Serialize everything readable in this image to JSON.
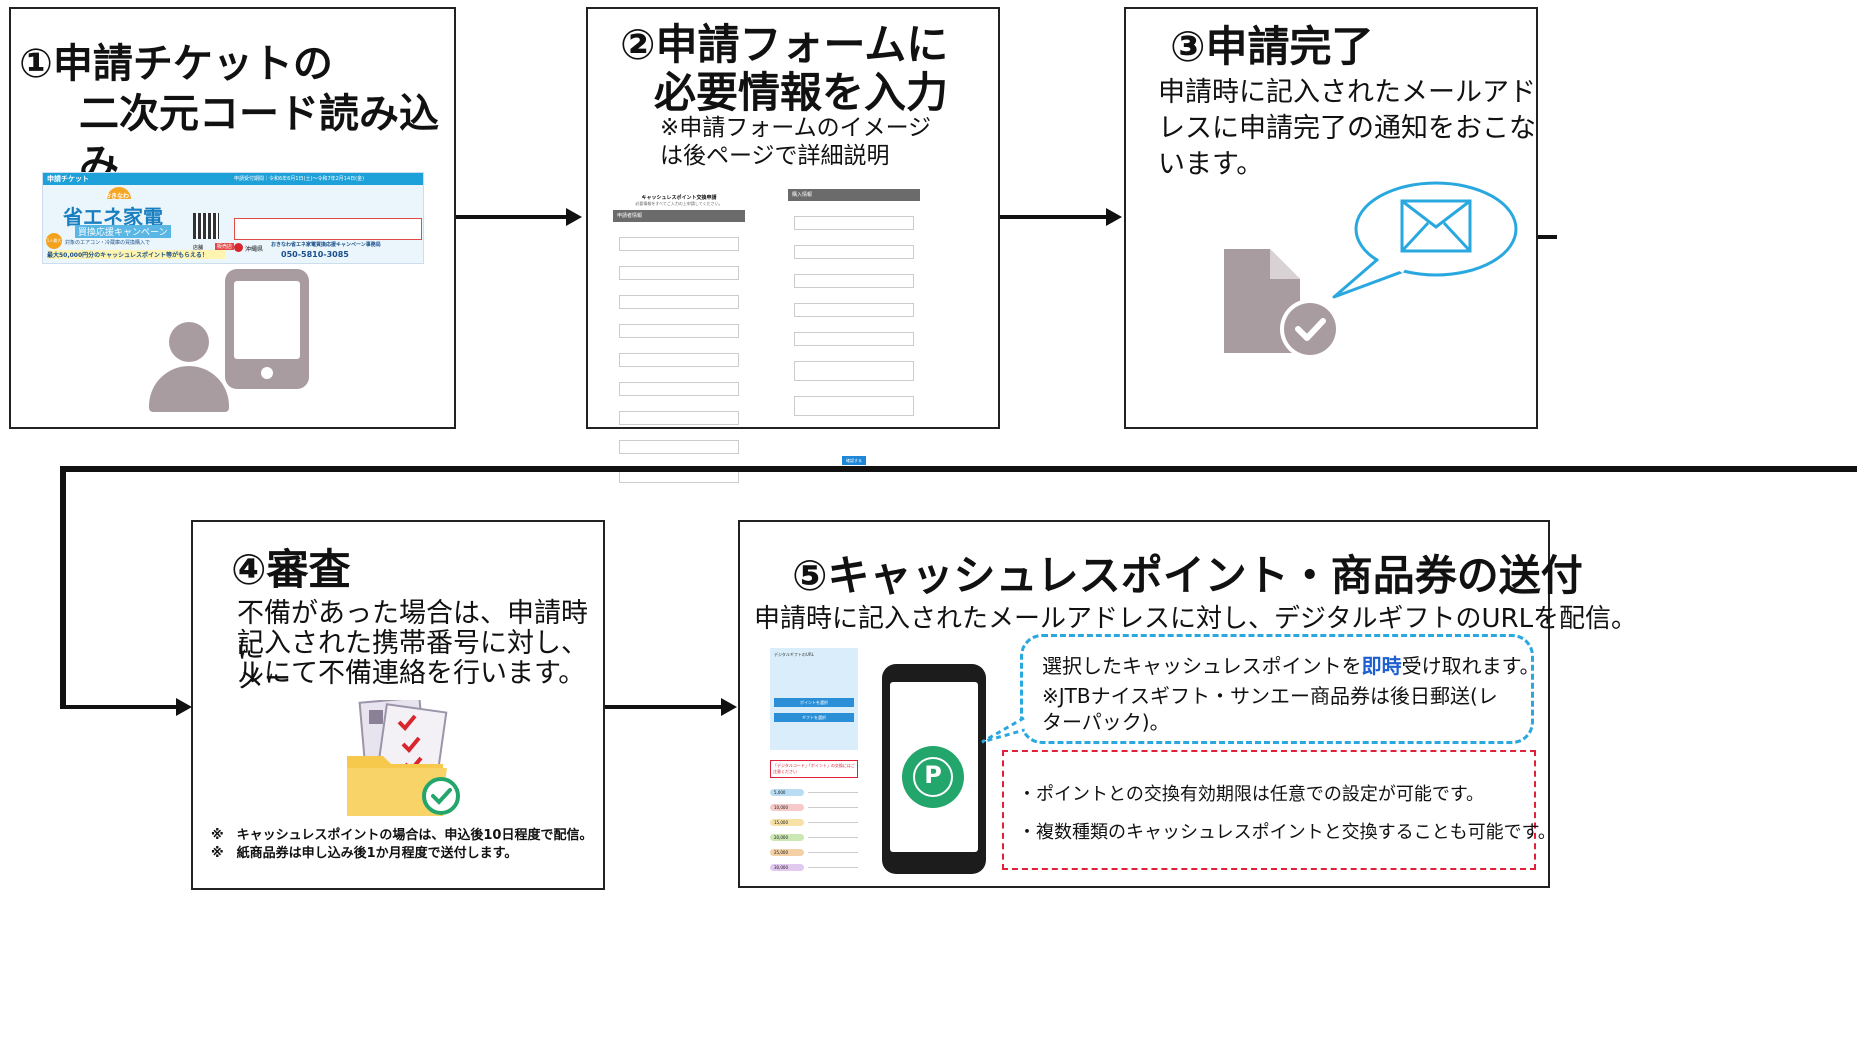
{
  "steps": {
    "s1": {
      "title_line1": "①申請チケットの",
      "title_line2": "二次元コード読み込み"
    },
    "s2": {
      "title_line1": "②申請フォームに",
      "title_line2": "必要情報を入力",
      "note_line1": "※申請フォームのイメージ",
      "note_line2": "は後ページで詳細説明"
    },
    "s3": {
      "title": "③申請完了",
      "body_line1": "申請時に記入されたメールアド",
      "body_line2": "レスに申請完了の通知をおこな",
      "body_line3": "います。"
    },
    "s4": {
      "title": "④審査",
      "body_line1": "不備があった場合は、申請時に",
      "body_line2": "記入された携帯番号に対し、メー",
      "body_line3": "ルにて不備連絡を行います。",
      "note1": "※　キャッシュレスポイントの場合は、申込後10日程度で配信。",
      "note2": "※　紙商品券は申し込み後1か月程度で送付します。"
    },
    "s5": {
      "title": "⑤キャッシュレスポイント・商品券の送付",
      "subtitle": "申請時に記入されたメールアドレスに対し、デジタルギフトのURLを配信。",
      "bubble_line1_pre": "選択したキャッシュレスポイントを",
      "bubble_line1_em": "即時",
      "bubble_line1_post": "受け取れます。",
      "bubble_line2": "※JTBナイスギフト・サンエー商品券は後日郵送(レ",
      "bubble_line3": "ターパック)。",
      "note1": "・ポイントとの交換有効期限は任意での設定が可能です。",
      "note2": "・複数種類のキャッシュレスポイントと交換することも可能です。",
      "p_mark": "P"
    }
  },
  "ticket": {
    "header": "申請チケット",
    "period": "申請受付期間｜令和6年6月1日(土)〜令和7年2月14日(金)",
    "logo_small": "おきなわ",
    "logo_main": "省エネ家電",
    "logo_sub": "買換応援キャンペーン",
    "badge": "1人最大",
    "promo": "最大50,000円分のキャッシュレスポイント等がもらえる！",
    "target": "対象のエアコン・冷蔵庫の買換購入で",
    "pref": "沖縄県",
    "office": "おきなわ省エネ家電買換応援キャンペーン事務局",
    "phone": "050-5810-3085",
    "store_label": "店舗",
    "store_btn": "販売店"
  },
  "form_mock": {
    "title": "キャッシュレスポイント交換申請",
    "subtitle": "必要情報をすべてご入力の上申請してください。",
    "section_left": "申請者情報",
    "section_right": "購入情報",
    "submit": "確認する"
  },
  "gift_mock": {
    "card_text": "デジタルギフトのURL",
    "btn1": "ポイントを選択",
    "btn2": "ギフトを選択",
    "warning": "「デジタルコード」「ポイント」の交換にはご注意ください",
    "rows": [
      "5,000",
      "10,000",
      "15,000",
      "20,000",
      "25,000",
      "30,000"
    ]
  },
  "colors": {
    "accent_green": "#23a66b",
    "bubble_blue": "#29a8e0",
    "note_red": "#e0213a",
    "icon_gray": "#a99ca0",
    "envelope_blue": "#29a8e0"
  },
  "icons": [
    "smartphone-icon",
    "person-icon",
    "document-check-icon",
    "envelope-icon",
    "folder-checklist-icon",
    "check-circle-icon"
  ]
}
